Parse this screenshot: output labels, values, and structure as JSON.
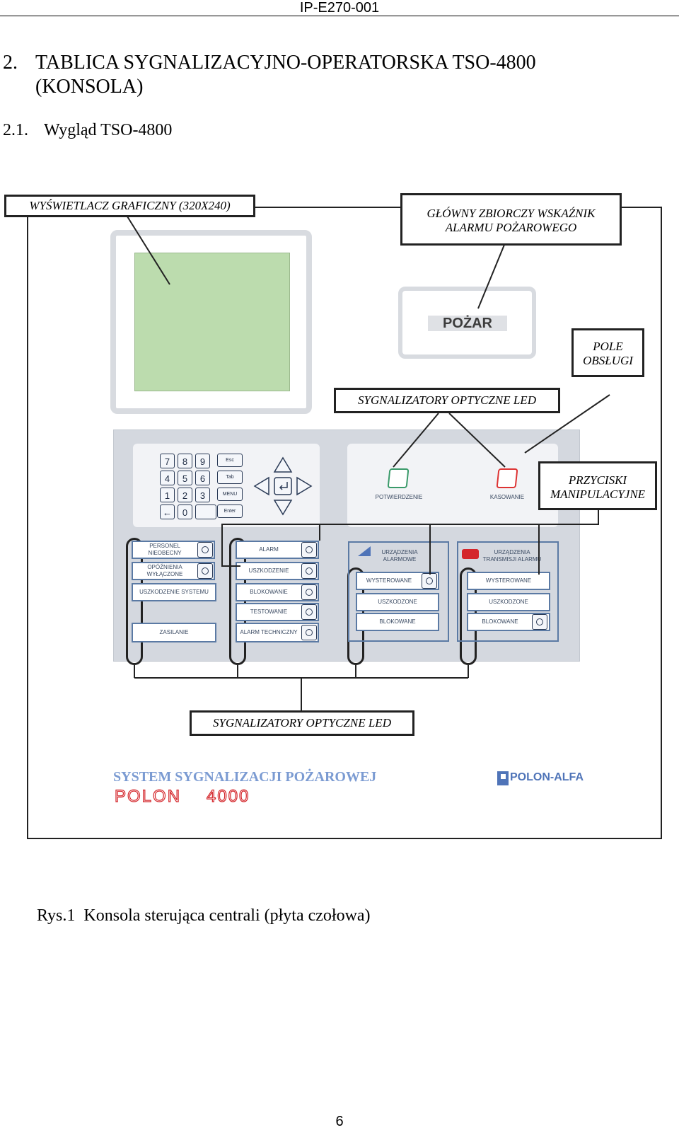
{
  "header": {
    "doc_code": "IP-E270-001"
  },
  "section": {
    "number": "2.",
    "title_line1": "TABLICA SYGNALIZACYJNO-OPERATORSKA TSO-4800",
    "title_line2": "(KONSOLA)"
  },
  "subsection": {
    "number": "2.1.",
    "title": "Wygląd TSO-4800"
  },
  "callouts": {
    "display": "WYŚWIETLACZ GRAFICZNY (320X240)",
    "main_alarm_line1": "GŁÓWNY ZBIORCZY WSKAŹNIK",
    "main_alarm_line2": "ALARMU POŻAROWEGO",
    "service_line1": "POLE",
    "service_line2": "OBSŁUGI",
    "led_top": "SYGNALIZATORY OPTYCZNE  LED",
    "buttons_line1": "PRZYCISKI",
    "buttons_line2": "MANIPULACYJNE",
    "led_bottom": "SYGNALIZATORY OPTYCZNE  LED"
  },
  "panel": {
    "pozar": "POŻAR",
    "keypad": [
      "7",
      "8",
      "9",
      "4",
      "5",
      "6",
      "1",
      "2",
      "3",
      "←",
      "0",
      ""
    ],
    "fkeys": [
      "Esc",
      "Tab",
      "MENU",
      "Enter"
    ],
    "potwierdzenie": "POTWIERDZENIE",
    "kasowanie": "KASOWANIE",
    "group1": [
      "PERSONEL NIEOBECNY",
      "OPÓŹNIENIA WYŁĄCZONE",
      "USZKODZENIE SYSTEMU",
      "ZASILANIE"
    ],
    "group2": [
      "ALARM",
      "USZKODZENIE",
      "BLOKOWANIE",
      "TESTOWANIE",
      "ALARM TECHNICZNY"
    ],
    "group3_title": "URZĄDZENIA ALARMOWE",
    "group3": [
      "WYSTEROWANE",
      "USZKODZONE",
      "BLOKOWANE"
    ],
    "group4_title": "URZĄDZENIA TRANSMISJI ALARMU",
    "group4": [
      "WYSTEROWANE",
      "USZKODZONE",
      "BLOKOWANE"
    ],
    "brand_system": "SYSTEM SYGNALIZACJI POŻAROWEJ",
    "brand_polon": "POLON",
    "brand_model": "4000",
    "brand_logo": "POLON-ALFA"
  },
  "caption": {
    "label": "Rys.1",
    "text": "Konsola sterująca centrali (płyta czołowa)"
  },
  "page_number": "6",
  "colors": {
    "lcd": "#bcdcae",
    "panel": "#d4d8df",
    "accent_blue": "#4f74b8",
    "brand_red": "#d4262b"
  }
}
